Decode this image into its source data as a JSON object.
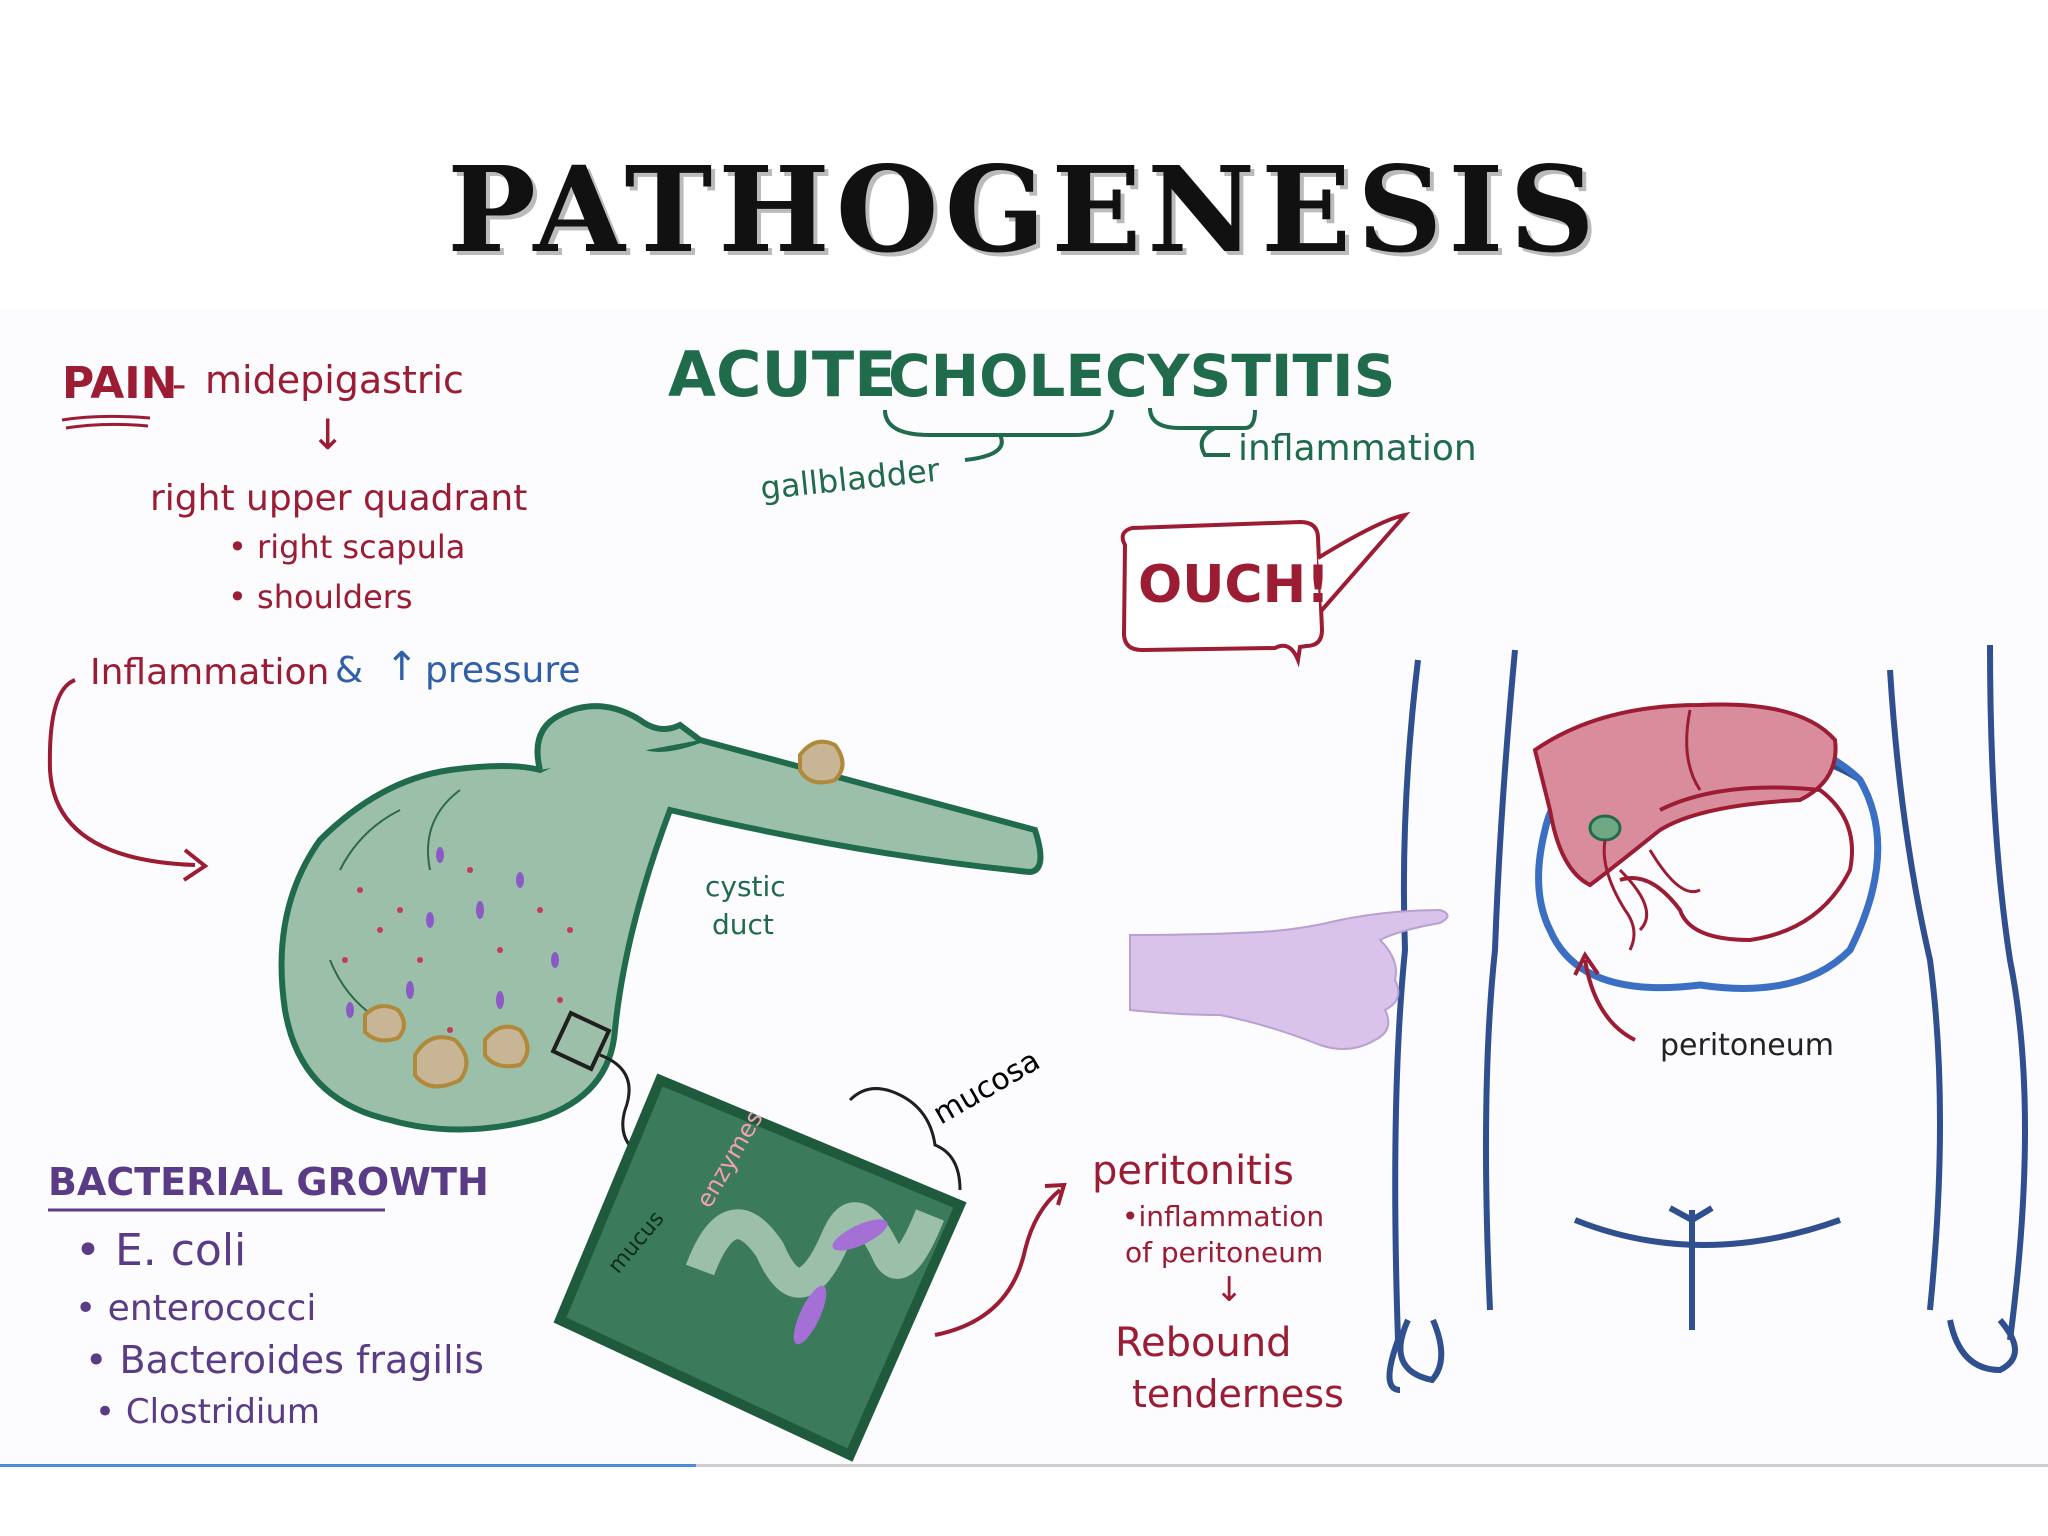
{
  "title": "PATHOGENESIS",
  "colors": {
    "red": "#9b1c33",
    "green": "#1f6b4c",
    "blue": "#2f5fa8",
    "purple": "#5a3b85",
    "gallbladder": "#9cbfaa",
    "mucosa": "#3b7a5a",
    "liver": "#d98c9c",
    "hand": "#d9c3ea"
  },
  "pain": {
    "heading": "PAIN",
    "dash": "-",
    "location": "midepigastric",
    "arrow": "↓",
    "region": "right upper quadrant",
    "items": [
      "• right scapula",
      "• shoulders"
    ]
  },
  "cause": {
    "inflammation": "Inflammation",
    "amp": "&",
    "up_arrow": "↑",
    "pressure": "pressure"
  },
  "header": {
    "acute": "ACUTE",
    "cholecystitis": "CHOLECYSTITIS",
    "gallbladder": "gallbladder",
    "inflammation": "inflammation"
  },
  "speech": "OUCH!",
  "labels": {
    "cystic_duct_1": "cystic",
    "cystic_duct_2": "duct",
    "mucosa": "mucosa",
    "enzymes": "enzymes",
    "mucus": "mucus",
    "peritoneum": "peritoneum"
  },
  "bacteria": {
    "heading": "BACTERIAL GROWTH",
    "items": [
      "• E. coli",
      "• enterococci",
      "• Bacteroides fragilis",
      "• Clostridium"
    ]
  },
  "peritonitis": {
    "heading": "peritonitis",
    "line1": "•inflammation",
    "line2": "of peritoneum",
    "arrow": "↓",
    "result1": "Rebound",
    "result2": "tenderness"
  },
  "video_progress": 0.34
}
